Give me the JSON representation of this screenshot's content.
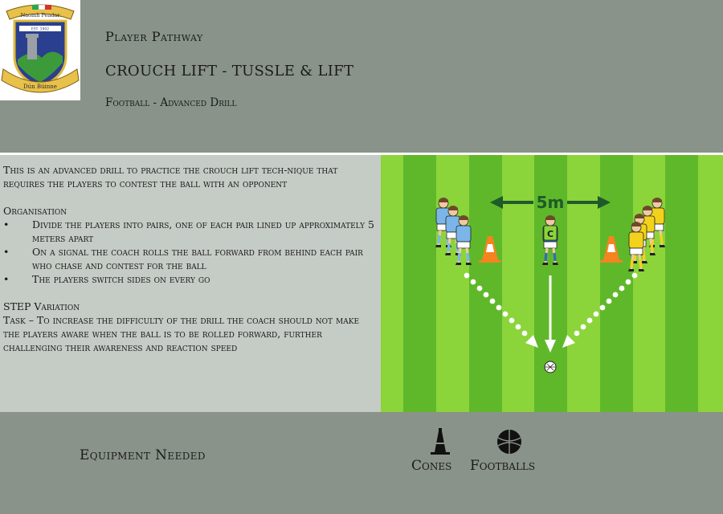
{
  "header": {
    "crest_text_top": "Naomh Peadar",
    "crest_text_est": "EST. 1902",
    "crest_text_bottom": "Dún Búinne",
    "title_1": "Player Pathway",
    "title_2": "CROUCH LIFT - TUSSLE & LIFT",
    "title_3": "Football - Advanced Drill"
  },
  "description": {
    "intro": "This is an advanced drill to practice the crouch lift tech-nique that requires the players to contest the ball with an opponent",
    "organisation_heading": "Organisation",
    "bullets": [
      "Divide the players into pairs, one of each pair lined up approximately 5 meters apart",
      "On a signal the coach rolls the ball forward from behind each pair who chase and contest for the ball",
      "The players switch sides on every go"
    ],
    "bullet_symbol": "•",
    "step_heading": "STEP Variation",
    "task": "Task – To increase the difficulty of the drill the coach should not make the players aware when the ball is to be rolled forward, further challenging their awareness and reaction speed"
  },
  "pitch": {
    "distance_label": "5m",
    "coach_badge": "C",
    "colors": {
      "stripe_light": "#8bd43a",
      "stripe_dark": "#5fb82a",
      "team_blue": "#7ab6e8",
      "team_yellow": "#f2d21b",
      "cone": "#f5831f",
      "arrow_dark_green": "#1f5a2a",
      "coach_bib": "#8bd43a"
    }
  },
  "footer": {
    "equipment_label": "Equipment Needed",
    "items": [
      {
        "label": "Cones",
        "icon": "cone-icon"
      },
      {
        "label": "Footballs",
        "icon": "football-icon"
      }
    ]
  }
}
